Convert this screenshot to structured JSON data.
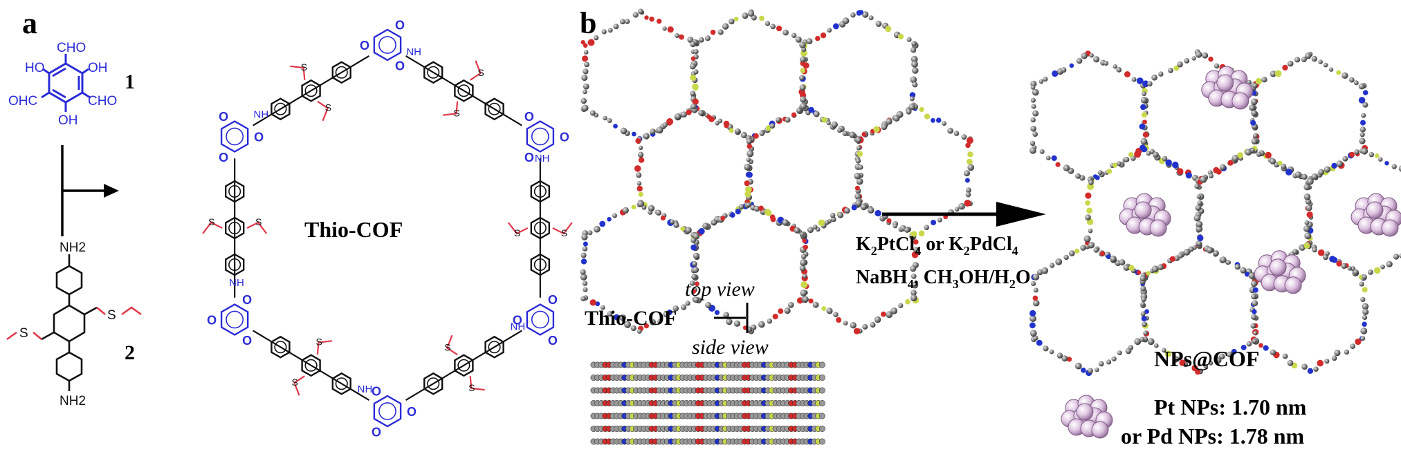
{
  "panel_a": {
    "label": "a",
    "compound1": {
      "number": "1",
      "substituents": {
        "top": "CHO",
        "left_upper": "HO",
        "right_upper": "OH",
        "left_lower": "OHC",
        "right_lower": "CHO",
        "bottom": "OH"
      }
    },
    "compound2": {
      "number": "2",
      "amine_top": "NH2",
      "amine_bottom": "NH2",
      "thioether_label": "S"
    },
    "product_name": "Thio-COF",
    "ring_atoms": {
      "carbonyl": "O",
      "imine_nh": "NH",
      "imine_hn": "HN",
      "linker_n": "N",
      "thio": "S"
    }
  },
  "panel_b": {
    "label": "b",
    "top_view_caption": "top view",
    "side_view_caption": "side view",
    "framework_label": "Thio-COF",
    "reagents_line1": "K2PtCl4 or K2PdCl4",
    "reagents_line2": "NaBH4, CH3OH/H2O",
    "product_label": "NPs@COF",
    "legend_line1": "Pt NPs: 1.70 nm",
    "legend_line2": "or Pd NPs: 1.78 nm"
  },
  "colors": {
    "blue_fragment": "#2b2bd8",
    "red_thioether": "#e0384a",
    "black_fragment": "#111111",
    "nanoparticle": "#c9a7cf"
  }
}
